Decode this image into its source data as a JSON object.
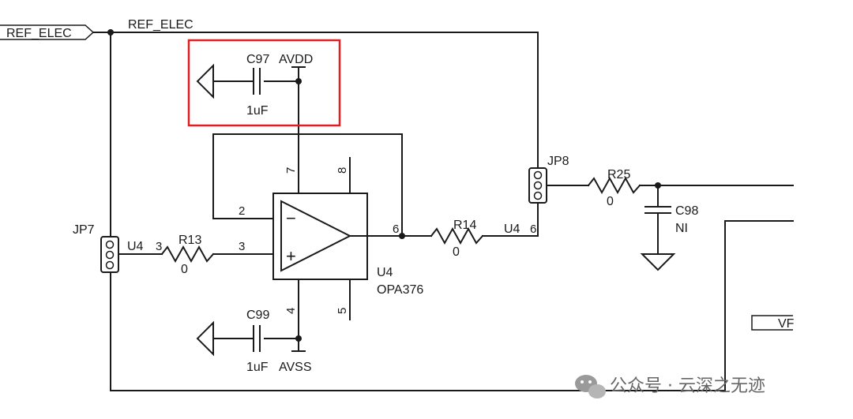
{
  "nets": {
    "port_label": "REF_ELEC",
    "wire_label": "REF_ELEC",
    "partial_label": "VF"
  },
  "c97": {
    "ref": "C97",
    "rail": "AVDD",
    "value": "1uF"
  },
  "c99": {
    "ref": "C99",
    "rail": "AVSS",
    "value": "1uF"
  },
  "u4": {
    "ref": "U4",
    "part": "OPA376",
    "minus": "−",
    "plus": "+",
    "pins": {
      "p2": "2",
      "p3": "3",
      "p4": "4",
      "p5": "5",
      "p6": "6",
      "p7": "7",
      "p8": "8"
    }
  },
  "r13": {
    "ref": "R13",
    "value": "0",
    "left_label": "U4",
    "left_pin": "3",
    "right_pin": "3"
  },
  "r14": {
    "ref": "R14",
    "value": "0",
    "left_pin": "6",
    "right_label": "U4",
    "right_pin": "6"
  },
  "r25": {
    "ref": "R25",
    "value": "0"
  },
  "c98": {
    "ref": "C98",
    "value": "NI"
  },
  "jp7": {
    "ref": "JP7"
  },
  "jp8": {
    "ref": "JP8"
  },
  "watermark": {
    "text": "公众号 · 云深之无迹"
  }
}
